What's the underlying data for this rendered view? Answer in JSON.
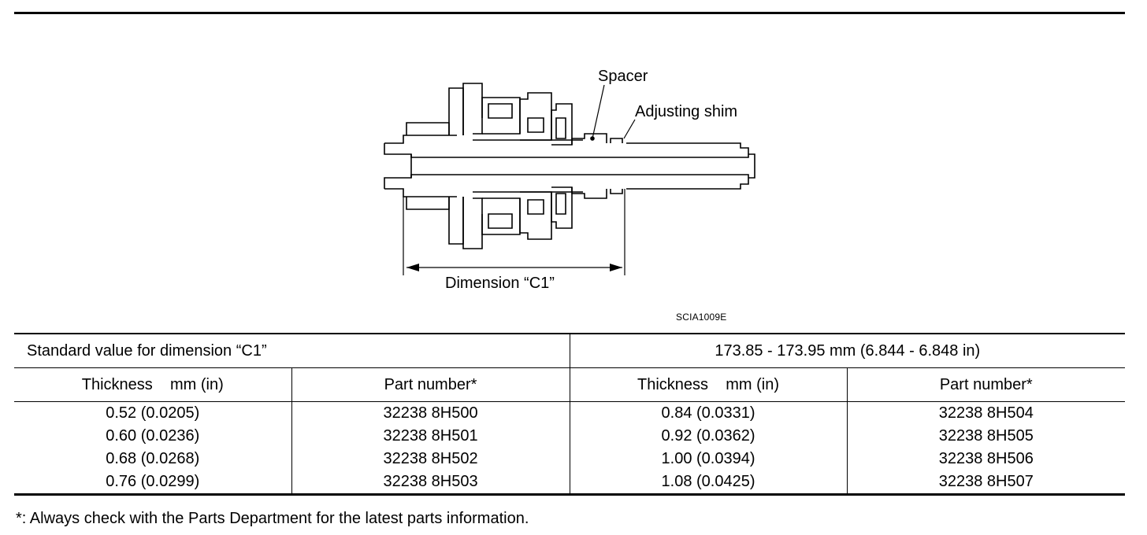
{
  "figure": {
    "labels": {
      "spacer": "Spacer",
      "adjusting_shim": "Adjusting shim",
      "dimension": "Dimension “C1”"
    },
    "reference_code": "SCIA1009E"
  },
  "table": {
    "standard_label": "Standard value for dimension “C1”",
    "standard_value": "173.85 - 173.95 mm (6.844 - 6.848 in)",
    "headers": [
      "Thickness    mm (in)",
      "Part number*",
      "Thickness    mm (in)",
      "Part number*"
    ],
    "columns": [
      [
        "0.52 (0.0205)",
        "0.60 (0.0236)",
        "0.68 (0.0268)",
        "0.76 (0.0299)"
      ],
      [
        "32238 8H500",
        "32238 8H501",
        "32238 8H502",
        "32238 8H503"
      ],
      [
        "0.84 (0.0331)",
        "0.92 (0.0362)",
        "1.00 (0.0394)",
        "1.08 (0.0425)"
      ],
      [
        "32238 8H504",
        "32238 8H505",
        "32238 8H506",
        "32238 8H507"
      ]
    ]
  },
  "footnote": "*: Always check with the Parts Department for the latest parts information."
}
